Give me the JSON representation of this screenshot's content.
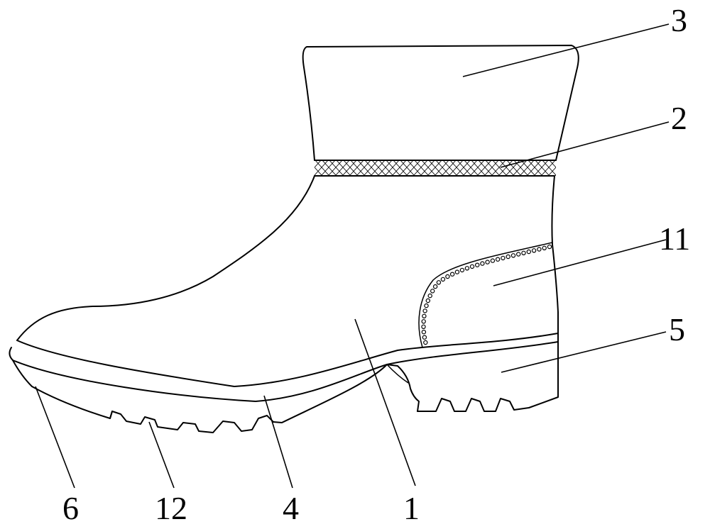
{
  "figure": {
    "labels": [
      {
        "id": "3",
        "text": "3"
      },
      {
        "id": "2",
        "text": "2"
      },
      {
        "id": "11",
        "text": "11"
      },
      {
        "id": "5",
        "text": "5"
      },
      {
        "id": "1",
        "text": "1"
      },
      {
        "id": "4",
        "text": "4"
      },
      {
        "id": "12",
        "text": "12"
      },
      {
        "id": "6",
        "text": "6"
      }
    ]
  }
}
